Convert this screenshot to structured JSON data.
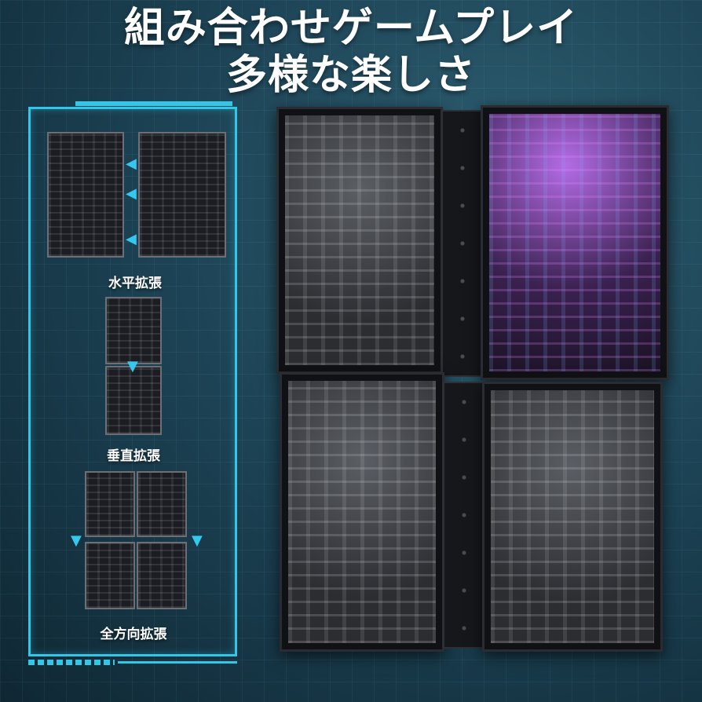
{
  "headline": {
    "line1": "組み合わせゲームプレイ",
    "line2": "多様な楽しさ"
  },
  "panel": {
    "options": [
      {
        "label": "水平拡張"
      },
      {
        "label": "垂直拡張"
      },
      {
        "label": "全方向拡張"
      }
    ]
  },
  "colors": {
    "accent": "#34c6e6",
    "background": "#1d4456",
    "text": "#ffffff"
  },
  "icons": [
    "arrow-left-icon",
    "arrow-down-icon"
  ]
}
